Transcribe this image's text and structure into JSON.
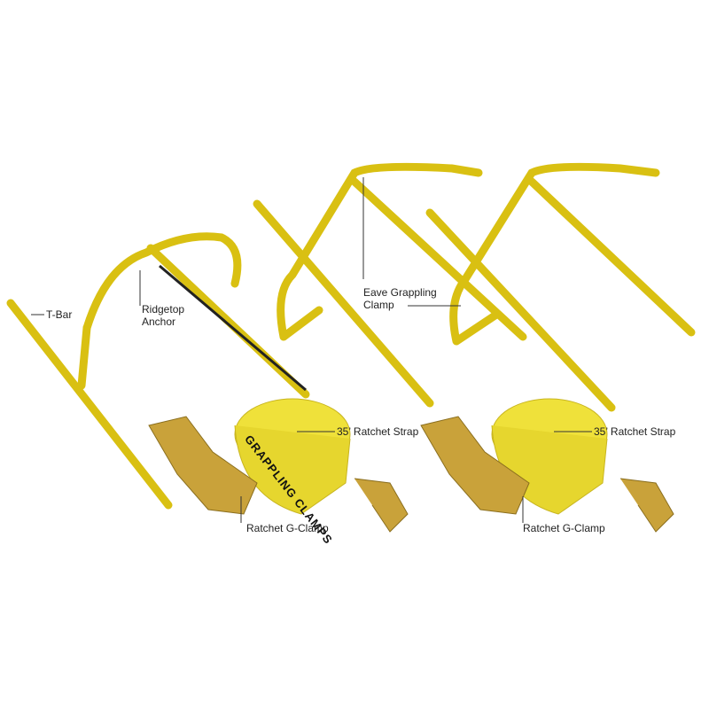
{
  "labels": {
    "t_bar": "T-Bar",
    "ridgetop_anchor_1": "Ridgetop",
    "ridgetop_anchor_2": "Anchor",
    "eave_clamp_1": "Eave Grappling",
    "eave_clamp_2": "Clamp",
    "strap_left": "35’ Ratchet Strap",
    "strap_right": "35’ Ratchet Strap",
    "gclamp_left": "Ratchet G-Clamp",
    "gclamp_right": "Ratchet G-Clamp"
  },
  "strap_print": "GRAPPLING CLAMPS",
  "colors": {
    "equipment_yellow": "#e8d21c",
    "strap_yellow": "#efe13a",
    "hardware": "#c9a23a"
  }
}
